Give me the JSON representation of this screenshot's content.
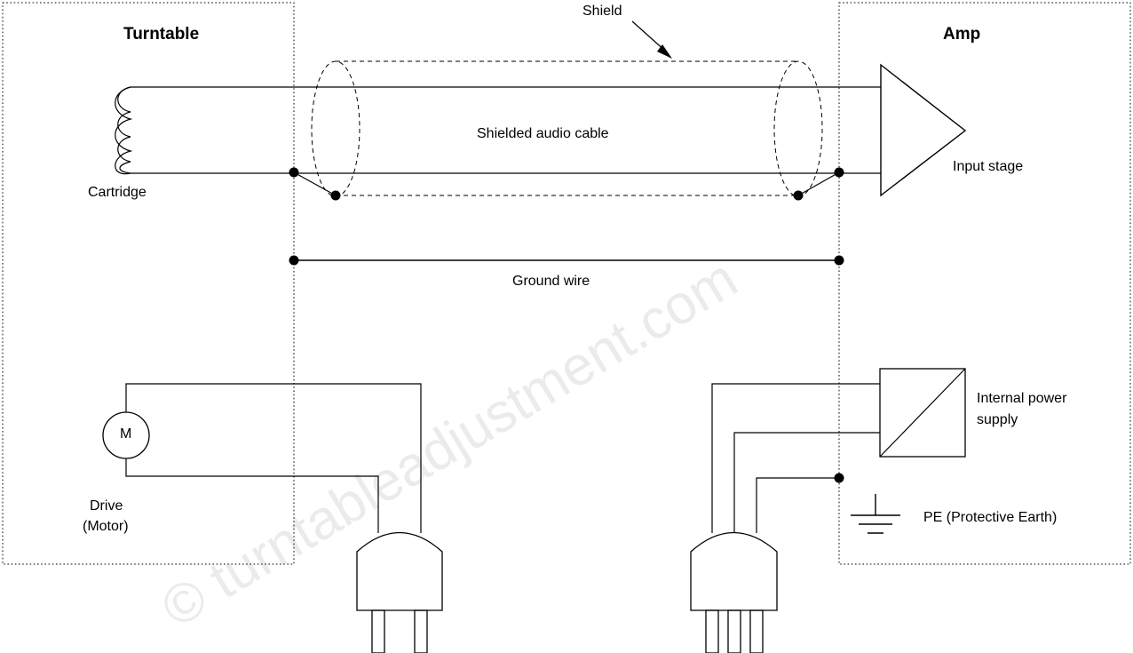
{
  "diagram": {
    "title_turntable": "Turntable",
    "title_amp": "Amp",
    "watermark": "© turntableadjustment.com",
    "labels": {
      "shield": "Shield",
      "shielded_audio_cable": "Shielded audio cable",
      "cartridge": "Cartridge",
      "input_stage": "Input stage",
      "ground_wire": "Ground wire",
      "drive_line1": "Drive",
      "drive_line2": "(Motor)",
      "motor_symbol": "M",
      "internal_power_supply_line1": "Internal power",
      "internal_power_supply_line2": "supply",
      "pe": "PE (Protective Earth)"
    },
    "colors": {
      "stroke": "#000000",
      "background": "#ffffff",
      "watermark": "#ebebeb",
      "boundary": "#000000"
    },
    "components": [
      "turntable-enclosure",
      "amp-enclosure",
      "cartridge-coil",
      "shielded-audio-cable",
      "cable-shield",
      "ground-wire",
      "input-stage-amplifier",
      "drive-motor",
      "two-pin-mains-plug",
      "three-pin-mains-plug",
      "internal-power-supply",
      "protective-earth-symbol"
    ]
  }
}
